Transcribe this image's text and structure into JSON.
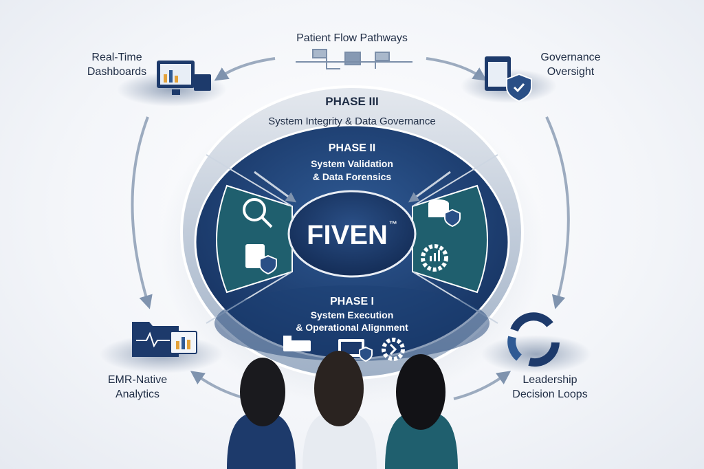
{
  "center": {
    "title": "FIVEN",
    "mark": "™"
  },
  "phases": [
    {
      "title": "PHASE III",
      "subtitle": "System Integrity & Data Governance"
    },
    {
      "title": "PHASE II",
      "subtitle_line1": "System Validation",
      "subtitle_line2": "& Data Forensics"
    },
    {
      "title": "PHASE I",
      "subtitle_line1": "System Execution",
      "subtitle_line2": "& Operational Alignment"
    }
  ],
  "outer_labels": {
    "top": "Patient Flow Pathways",
    "top_left_line1": "Real-Time",
    "top_left_line2": "Dashboards",
    "top_right_line1": "Governance",
    "top_right_line2": "Oversight",
    "bottom_left_line1": "EMR-Native",
    "bottom_left_line2": "Analytics",
    "bottom_right_line1": "Leadership",
    "bottom_right_line2": "Decision Loops"
  },
  "colors": {
    "navy": "#1d3a6b",
    "teal": "#1f5f6e",
    "silver": "#c9d1dc",
    "text": "#1f2d45"
  }
}
